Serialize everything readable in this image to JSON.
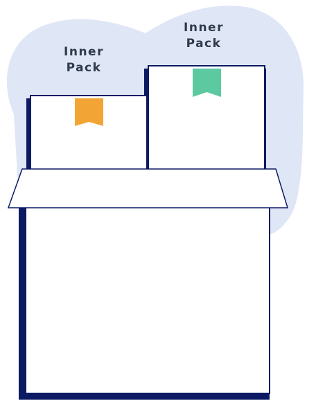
{
  "colors": {
    "background": "#ffffff",
    "blob": "#dfe6f6",
    "outline": "#0c1a63",
    "shadow": "#0c1a63",
    "box_fill": "#ffffff",
    "tab_left": "#f2a534",
    "tab_right": "#5cc9a1",
    "label_text": "#2f3a4b"
  },
  "packs": [
    {
      "label_line1": "Inner",
      "label_line2": "Pack",
      "tab_color": "#f2a534",
      "tab_icon": "bookmark-tab-icon"
    },
    {
      "label_line1": "Inner",
      "label_line2": "Pack",
      "tab_color": "#5cc9a1",
      "tab_icon": "bookmark-tab-icon"
    }
  ]
}
